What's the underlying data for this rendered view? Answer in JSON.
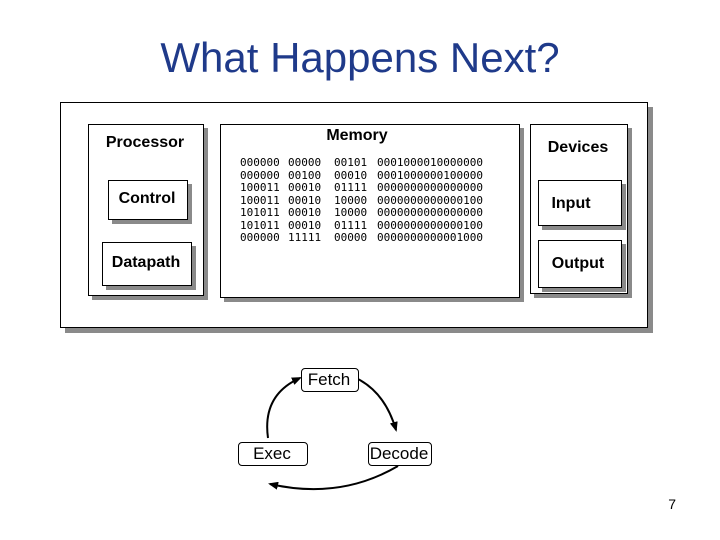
{
  "slide": {
    "title": "What Happens Next?",
    "page_number": "7"
  },
  "processor": {
    "label": "Processor",
    "control_label": "Control",
    "datapath_label": "Datapath"
  },
  "memory": {
    "label": "Memory",
    "columns": [
      [
        "000000",
        "000000",
        "100011",
        "100011",
        "101011",
        "101011",
        "000000"
      ],
      [
        "00000",
        "00100",
        "00010",
        "00010",
        "00010",
        "00010",
        "11111"
      ],
      [
        "00101",
        "00010",
        "01111",
        "10000",
        "10000",
        "01111",
        "00000"
      ],
      [
        "0001000010000000",
        "0001000000100000",
        "0000000000000000",
        "0000000000000100",
        "0000000000000000",
        "0000000000000100",
        "0000000000001000"
      ]
    ]
  },
  "devices": {
    "label": "Devices",
    "input_label": "Input",
    "output_label": "Output"
  },
  "cycle": {
    "fetch_label": "Fetch",
    "decode_label": "Decode",
    "exec_label": "Exec"
  }
}
